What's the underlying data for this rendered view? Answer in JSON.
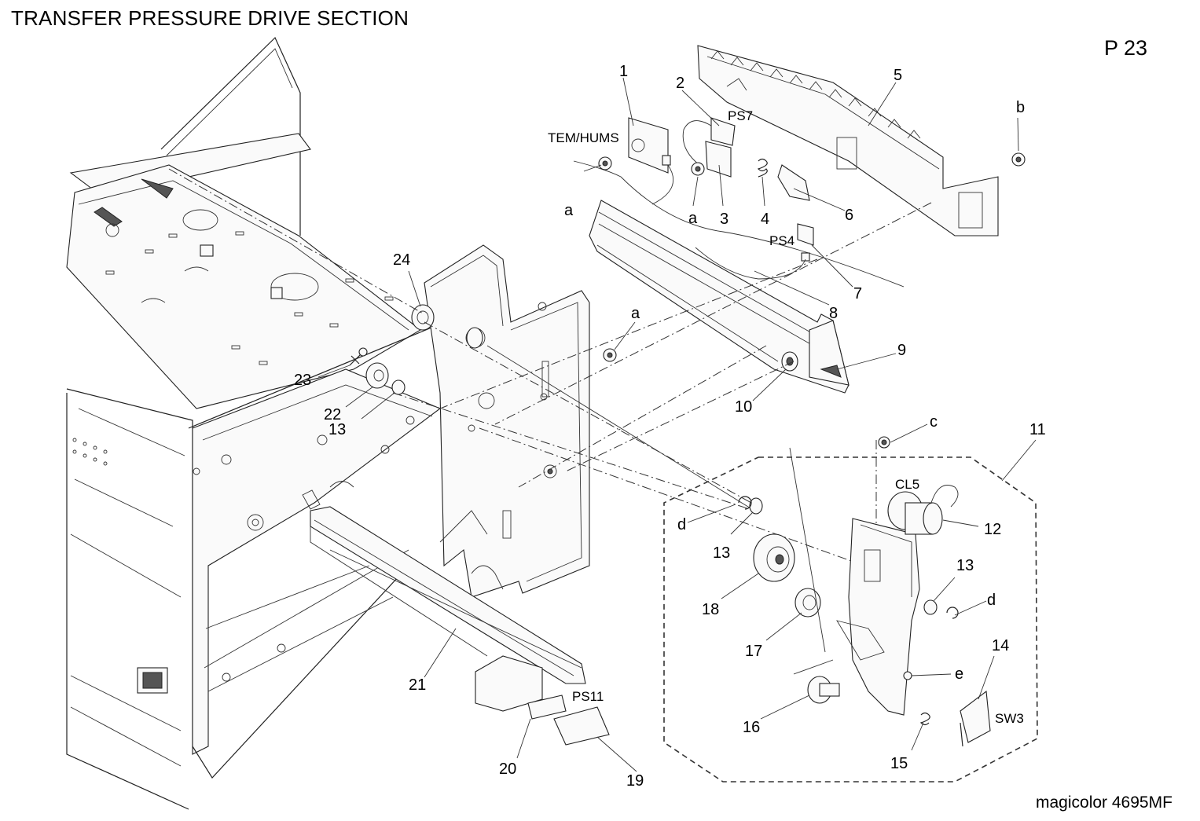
{
  "title": "TRANSFER PRESSURE DRIVE SECTION",
  "page_number": "P 23",
  "model": "magicolor 4695MF",
  "callouts": {
    "c1": "1",
    "c2": "2",
    "c3": "3",
    "c4": "4",
    "c5": "5",
    "c6": "6",
    "c7": "7",
    "c8": "8",
    "c9": "9",
    "c10": "10",
    "c11": "11",
    "c12": "12",
    "c13a": "13",
    "c13b": "13",
    "c13c": "13",
    "c14": "14",
    "c15": "15",
    "c16": "16",
    "c17": "17",
    "c18": "18",
    "c19": "19",
    "c20": "20",
    "c21": "21",
    "c22": "22",
    "c23": "23",
    "c24": "24",
    "a1": "a",
    "a2": "a",
    "a3": "a",
    "b": "b",
    "c": "c",
    "d1": "d",
    "d2": "d",
    "e": "e"
  },
  "sensor_labels": {
    "tem_hums": "TEM/HUMS",
    "ps7": "PS7",
    "ps4": "PS4",
    "ps11": "PS11",
    "cl5": "CL5",
    "sw3": "SW3"
  }
}
